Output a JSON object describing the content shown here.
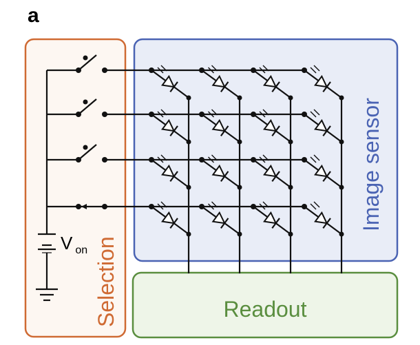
{
  "panel_letter": "a",
  "blocks": {
    "selection": {
      "label": "Selection",
      "color": "#cf6a33"
    },
    "image_sensor": {
      "label": "Image sensor",
      "color": "#4a63b3",
      "fill": "#e9edf7"
    },
    "readout": {
      "label": "Readout",
      "color": "#5a8e3f",
      "fill": "#eef5e8"
    }
  },
  "voltage_source": {
    "symbol": "V",
    "subscript": "on"
  },
  "array": {
    "rows": 4,
    "columns": 4,
    "element": "photodiode"
  },
  "switch_states": [
    "open",
    "open",
    "open",
    "closed"
  ]
}
